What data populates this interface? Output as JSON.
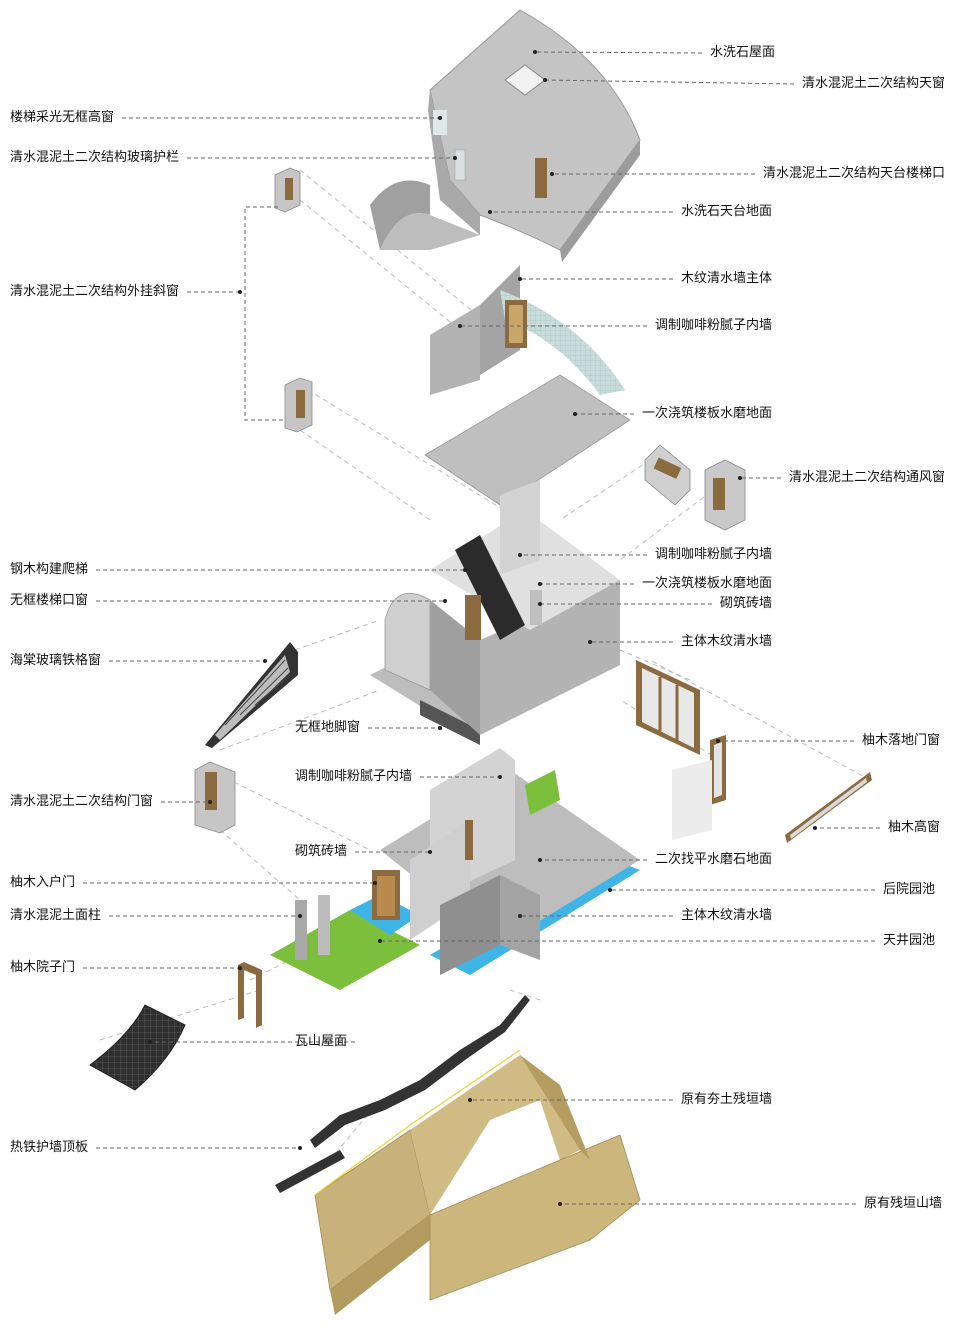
{
  "labels": [
    "水洗石屋面",
    "清水混泥土二次结构天窗",
    "楼梯采光无框高窗",
    "清水混泥土二次结构玻璃护栏",
    "清水混泥土二次结构天台楼梯口",
    "水洗石天台地面",
    "清水混泥土二次结构外挂斜窗",
    "木纹清水墙主体",
    "调制咖啡粉腻子内墙",
    "一次浇筑楼板水磨地面",
    "清水混泥土二次结构通风窗",
    "钢木构建爬梯",
    "调制咖啡粉腻子内墙",
    "一次浇筑楼板水磨地面",
    "无框楼梯口窗",
    "砌筑砖墙",
    "主体木纹清水墙",
    "海棠玻璃铁格窗",
    "柚木落地门窗",
    "无框地脚窗",
    "调制咖啡粉腻子内墙",
    "清水混泥土二次结构门窗",
    "柚木高窗",
    "砌筑砖墙",
    "二次找平水磨石地面",
    "柚木入户门",
    "后院园池",
    "清水混泥土面柱",
    "主体木纹清水墙",
    "天井园池",
    "柚木院子门",
    "瓦山屋面",
    "原有夯土残垣墙",
    "热铁护墙顶板",
    "原有残垣山墙"
  ],
  "colors": {
    "concrete": "#b9b9b9",
    "concrete_light": "#d6d6d6",
    "concrete_dark": "#8f8f8f",
    "wood": "#8a6a3e",
    "earth": "#c8b27a",
    "water": "#3fb4e6",
    "grass": "#7bbf3c",
    "tile": "#3a3a3a"
  }
}
